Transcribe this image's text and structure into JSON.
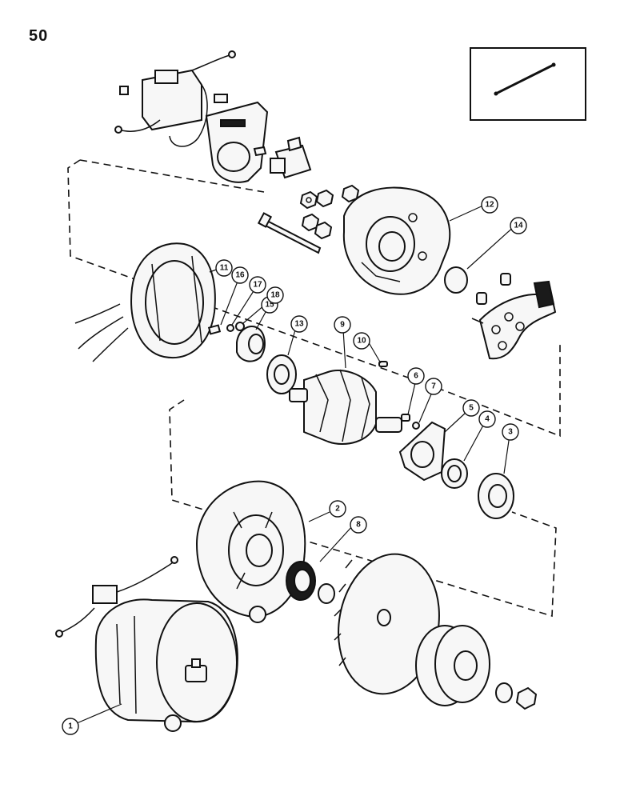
{
  "page": {
    "number": "50"
  },
  "callouts": [
    {
      "id": "c1",
      "label": "1"
    },
    {
      "id": "c2",
      "label": "2"
    },
    {
      "id": "c3",
      "label": "3"
    },
    {
      "id": "c4",
      "label": "4"
    },
    {
      "id": "c5",
      "label": "5"
    },
    {
      "id": "c6",
      "label": "6"
    },
    {
      "id": "c7",
      "label": "7"
    },
    {
      "id": "c8",
      "label": "8"
    },
    {
      "id": "c9",
      "label": "9"
    },
    {
      "id": "c10",
      "label": "10"
    },
    {
      "id": "c11",
      "label": "11"
    },
    {
      "id": "c12",
      "label": "12"
    },
    {
      "id": "c13",
      "label": "13"
    },
    {
      "id": "c14",
      "label": "14"
    },
    {
      "id": "c15",
      "label": "15"
    },
    {
      "id": "c16",
      "label": "16"
    },
    {
      "id": "c17",
      "label": "17"
    },
    {
      "id": "c18",
      "label": "18"
    }
  ]
}
